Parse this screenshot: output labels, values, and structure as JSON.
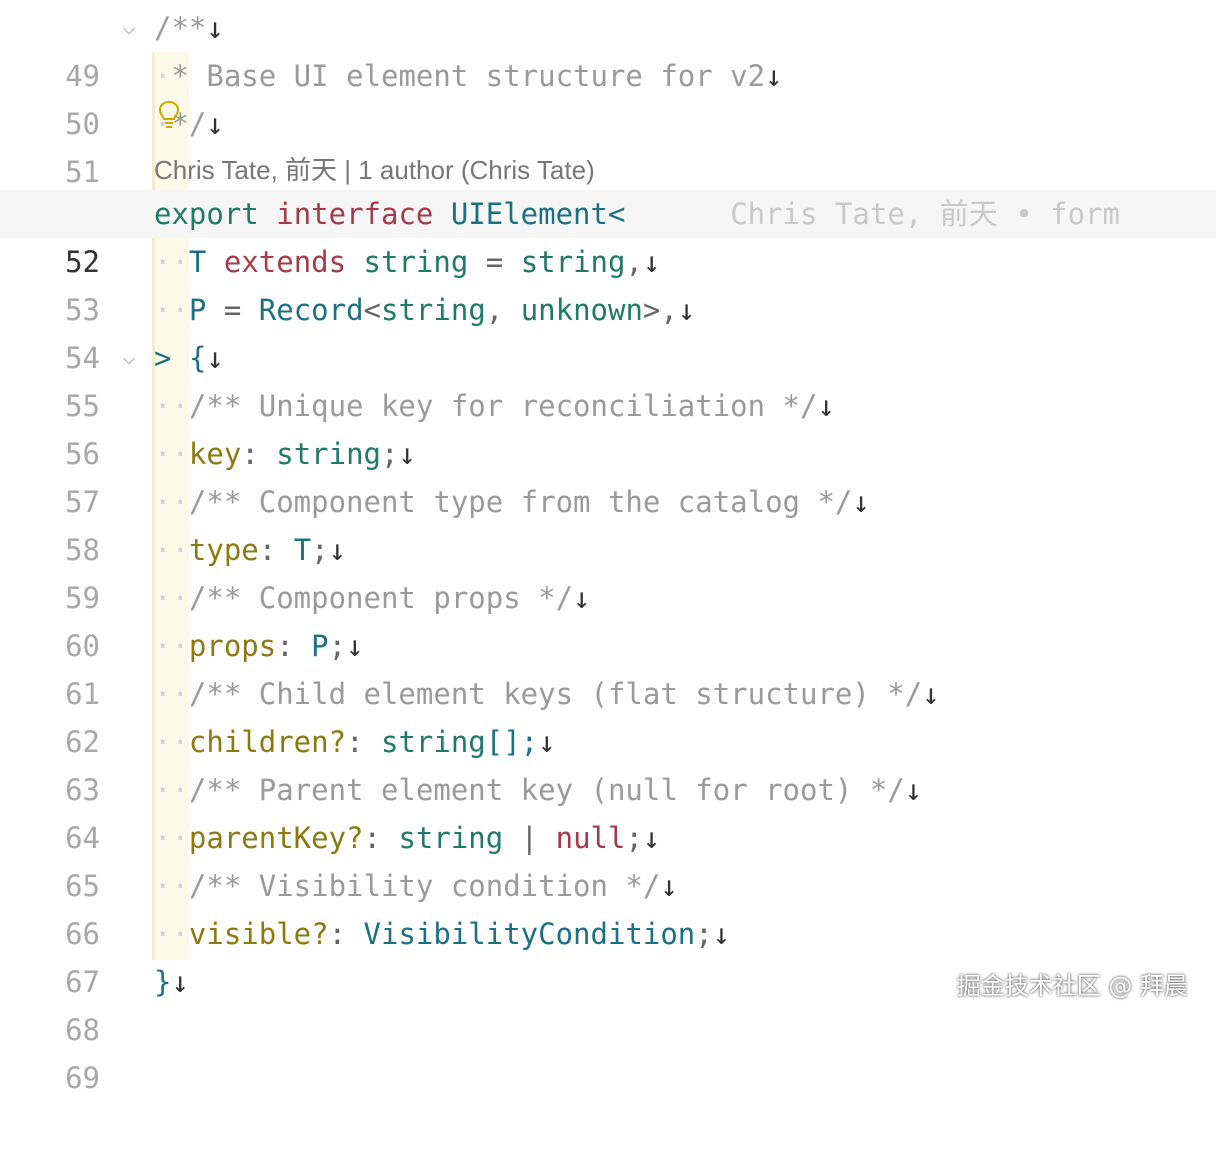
{
  "editor": {
    "line_numbers": [
      "49",
      "50",
      "51",
      "52",
      "53",
      "54",
      "55",
      "56",
      "57",
      "58",
      "59",
      "60",
      "61",
      "62",
      "63",
      "64",
      "65",
      "66",
      "67",
      "68",
      "69"
    ],
    "blame_header": "Chris Tate, 前天 | 1 author (Chris Tate)",
    "inline_blame": "Chris Tate, 前天 • form",
    "lines": {
      "l49": "/**",
      "l50": "* Base UI element structure for v2",
      "l51": "*/",
      "l52a": "export",
      "l52b": "interface",
      "l52c": "UIElement<",
      "l53a": "T",
      "l53b": "extends",
      "l53c": "string",
      "l53d": " = ",
      "l53e": "string",
      "l53f": ",",
      "l54a": "P",
      "l54b": " = ",
      "l54c": "Record",
      "l54d": "<",
      "l54e": "string",
      "l54f": ", ",
      "l54g": "unknown",
      "l54h": ">,",
      "l55a": ">",
      "l55b": "{",
      "l56": "/** Unique key for reconciliation */",
      "l57a": "key",
      "l57b": ": ",
      "l57c": "string",
      "l57d": ";",
      "l58": "/** Component type from the catalog */",
      "l59a": "type",
      "l59b": ": ",
      "l59c": "T",
      "l59d": ";",
      "l60": "/** Component props */",
      "l61a": "props",
      "l61b": ": ",
      "l61c": "P",
      "l61d": ";",
      "l62": "/** Child element keys (flat structure) */",
      "l63a": "children?",
      "l63b": ": ",
      "l63c": "string",
      "l63d": "[];",
      "l64": "/** Parent element key (null for root) */",
      "l65a": "parentKey?",
      "l65b": ": ",
      "l65c": "string",
      "l65d": " | ",
      "l65e": "null",
      "l65f": ";",
      "l66": "/** Visibility condition */",
      "l67a": "visible?",
      "l67b": ": ",
      "l67c": "VisibilityCondition",
      "l67d": ";",
      "l68": "}"
    },
    "whitespace_dots": "··",
    "eol_marker": "↓",
    "fold_marker": "⌵"
  },
  "watermark": "掘金技术社区 @ 拜晨",
  "icons": {
    "lightbulb": "lightbulb-icon"
  },
  "colors": {
    "keyword": "#1f7a66",
    "keyword_alt": "#a63a4a",
    "type": "#1b7181",
    "property": "#8a7a10",
    "comment": "#9a9a9a"
  }
}
